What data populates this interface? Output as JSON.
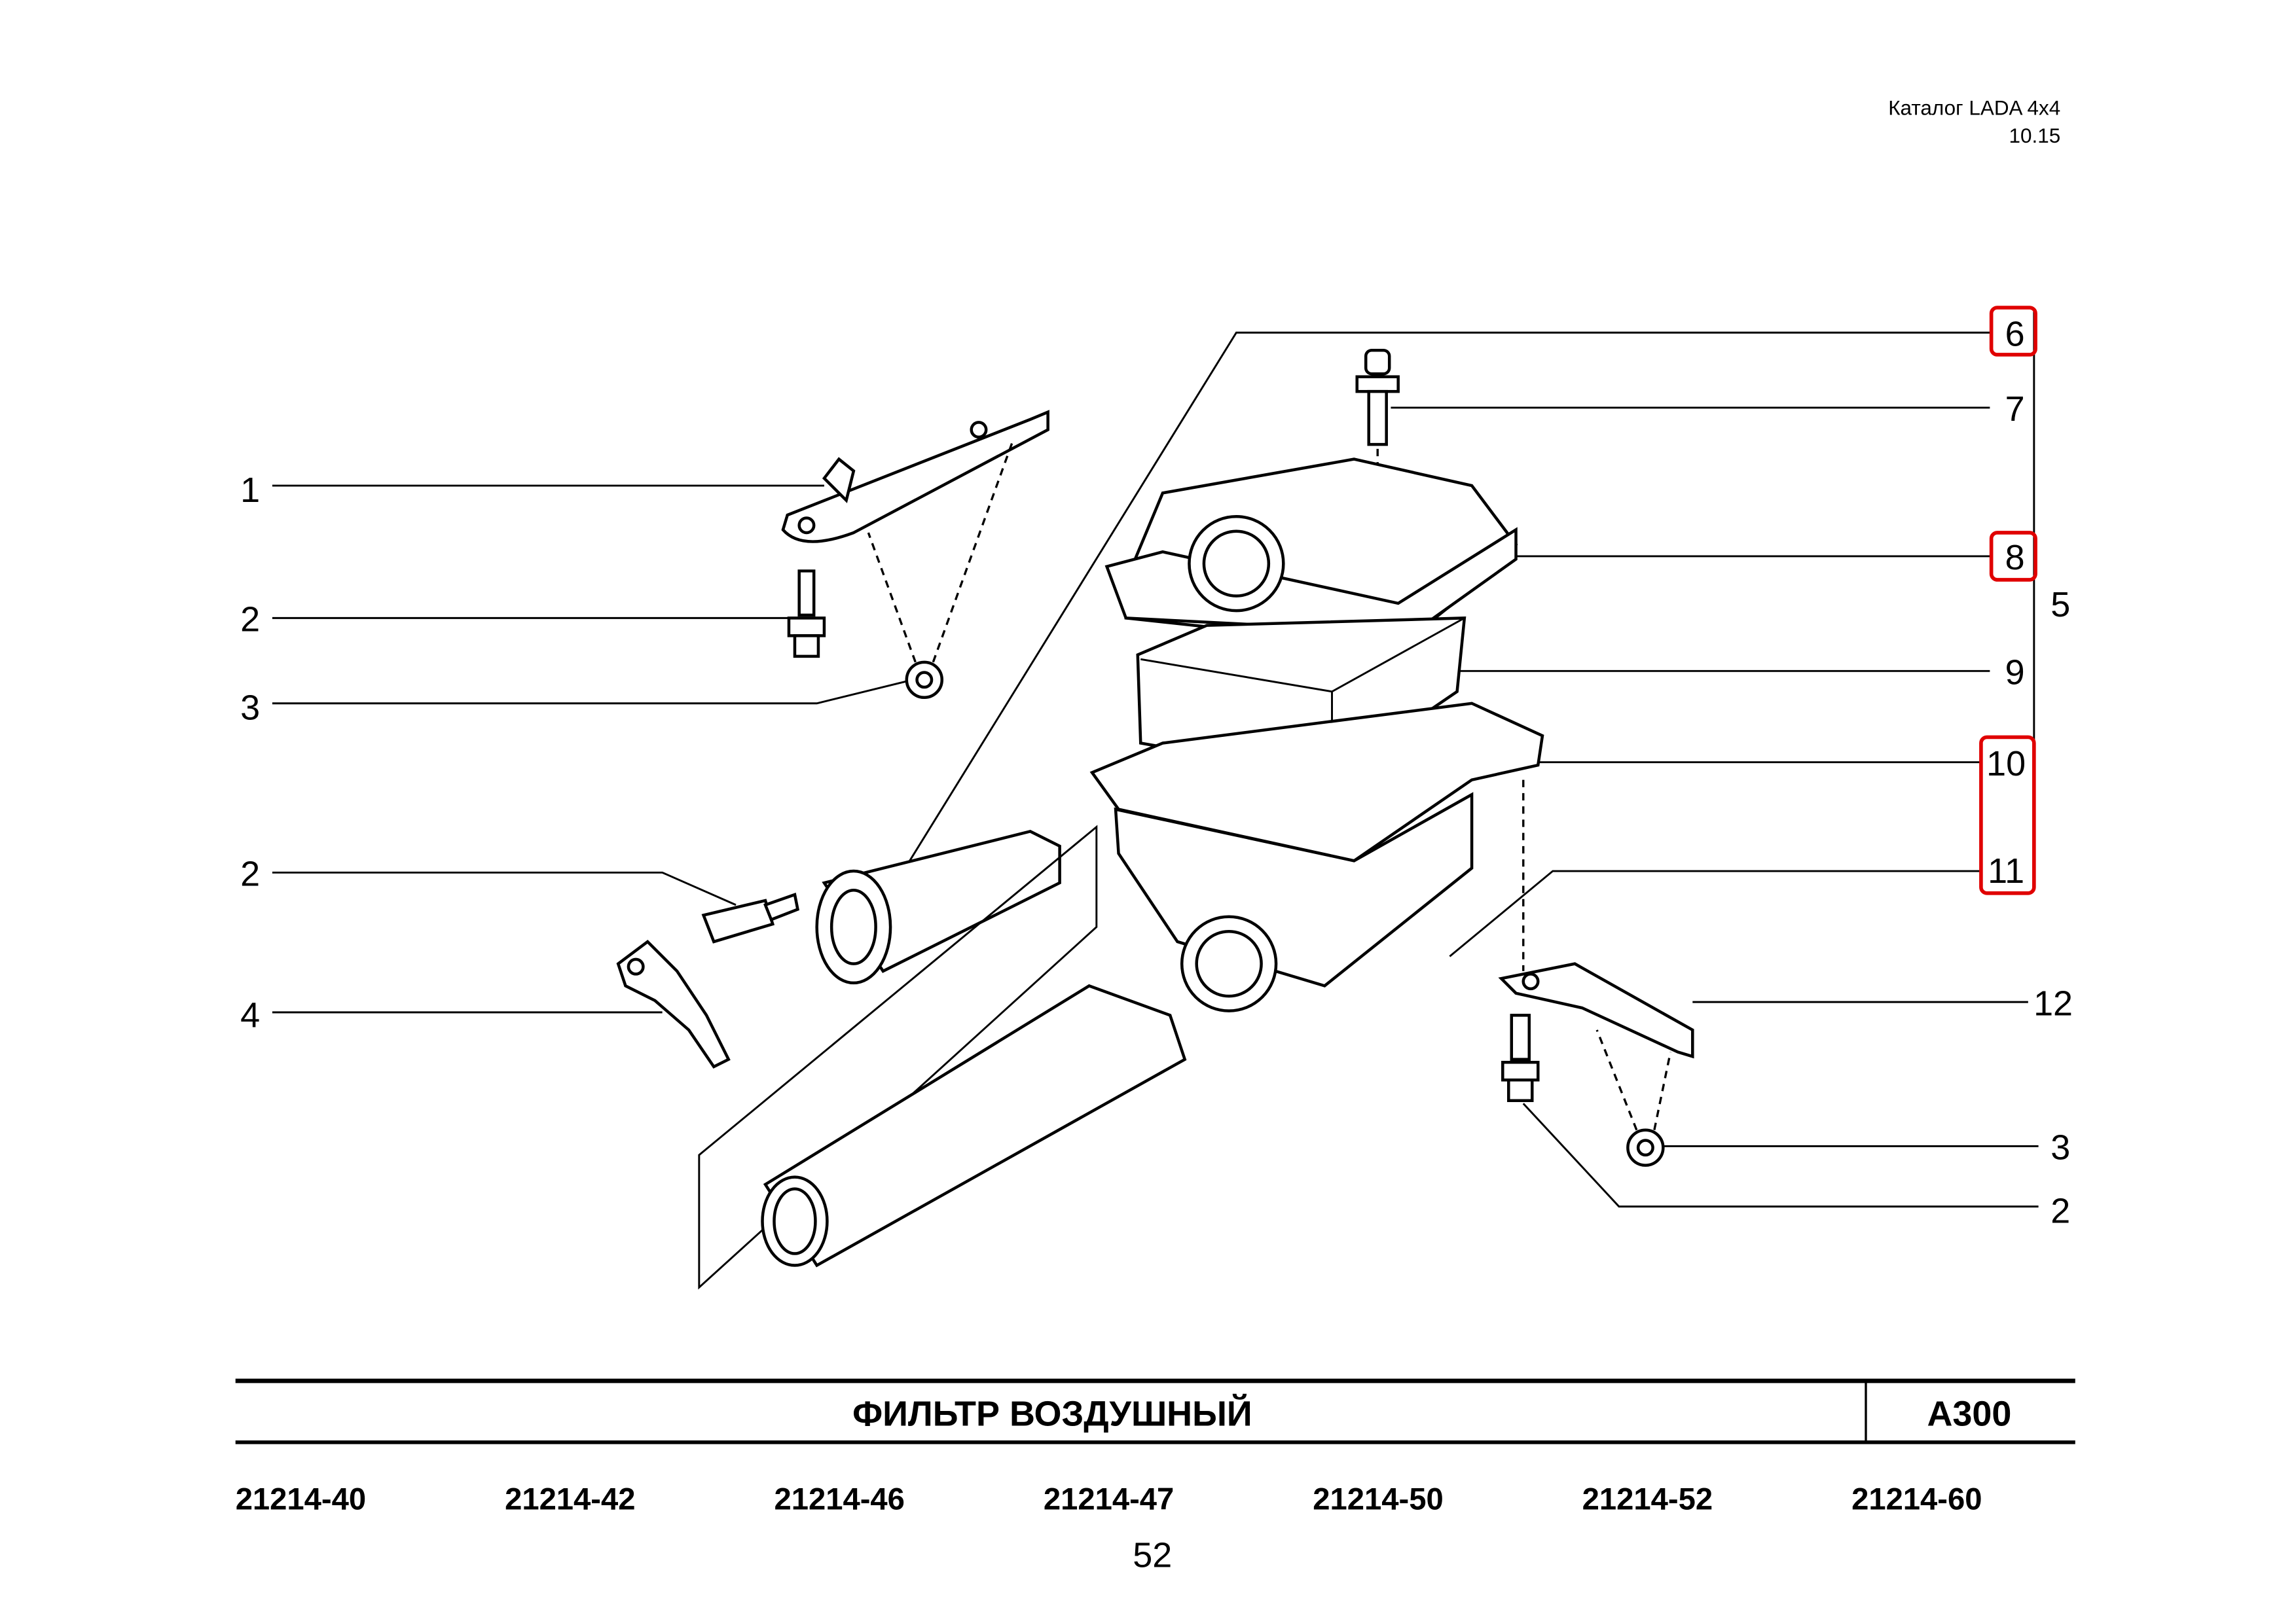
{
  "header": {
    "catalog": "Каталог  LADA  4x4",
    "revision": "10.15"
  },
  "callouts": {
    "left": [
      "1",
      "2",
      "3",
      "2",
      "4"
    ],
    "right": [
      "6",
      "7",
      "8",
      "5",
      "9",
      "10",
      "11",
      "12",
      "3",
      "2"
    ],
    "highlighted": [
      "6",
      "8",
      "10",
      "11"
    ],
    "highlight_color": "#e00000"
  },
  "title_block": {
    "title": "ФИЛЬТР   ВОЗДУШНЫЙ",
    "code": "А300"
  },
  "models": [
    "21214-40",
    "21214-42",
    "21214-46",
    "21214-47",
    "21214-50",
    "21214-52",
    "21214-60"
  ],
  "page_number": "52"
}
